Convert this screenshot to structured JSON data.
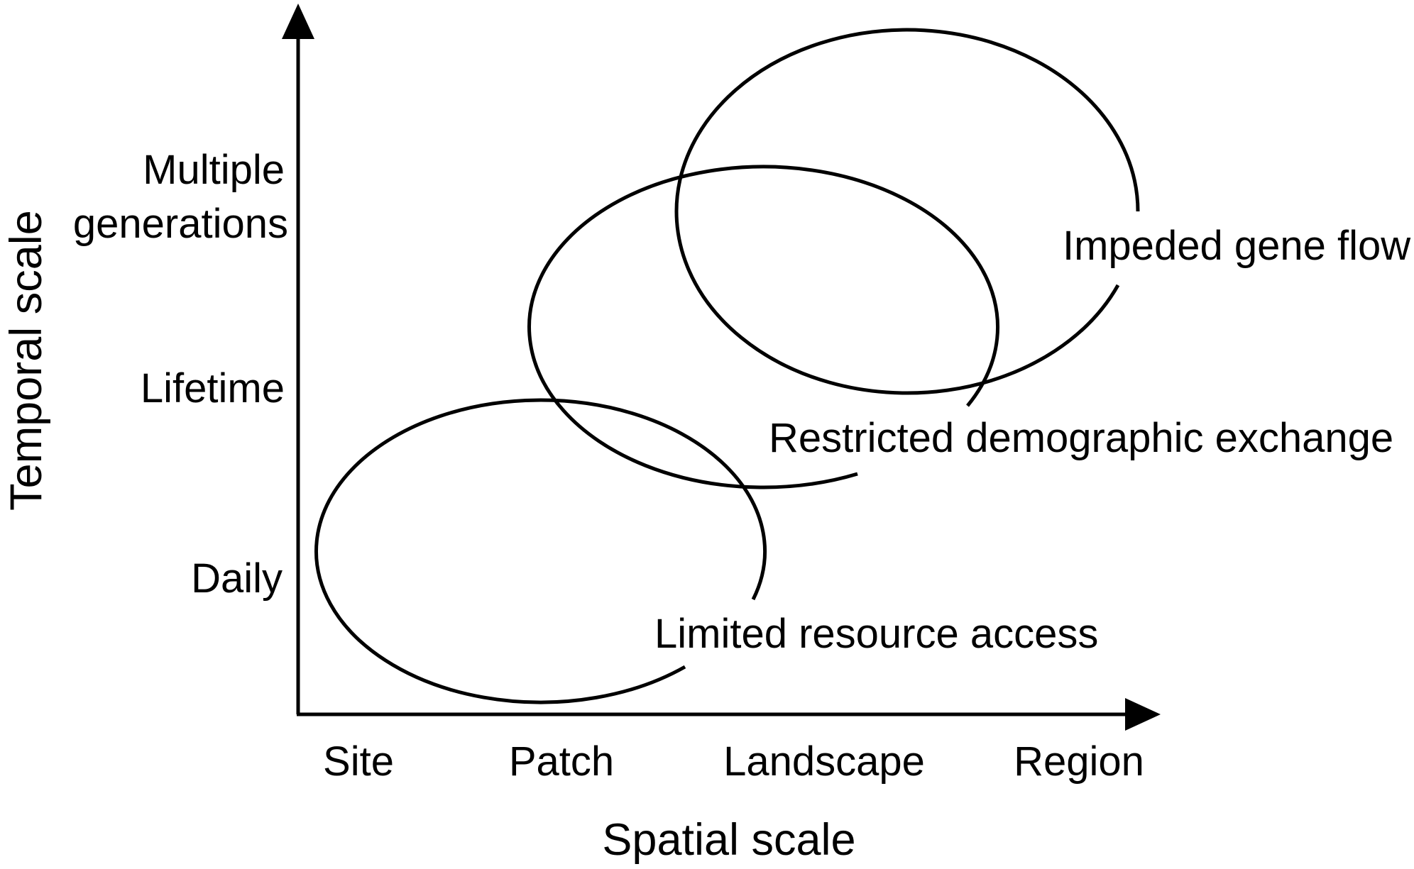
{
  "diagram": {
    "x_axis": {
      "title": "Spatial scale",
      "ticks": [
        "Site",
        "Patch",
        "Landscape",
        "Region"
      ]
    },
    "y_axis": {
      "title": "Temporal scale",
      "ticks": [
        {
          "lines": [
            "Daily"
          ]
        },
        {
          "lines": [
            "Lifetime"
          ]
        },
        {
          "lines": [
            "Multiple",
            "generations"
          ]
        }
      ]
    },
    "regions": [
      {
        "label": "Limited resource access"
      },
      {
        "label": "Restricted demographic exchange"
      },
      {
        "label": "Impeded gene flow"
      }
    ],
    "colors": {
      "stroke": "#000000",
      "background": "#ffffff"
    }
  }
}
